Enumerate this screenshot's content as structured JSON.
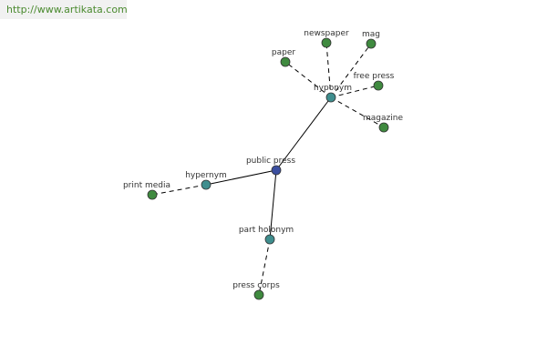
{
  "watermark": "http://www.artikata.com",
  "colors": {
    "center_node": "#3b4fa0",
    "relation_node": "#3f8e8e",
    "leaf_node": "#3f8a3f",
    "edge": "#000000"
  },
  "nodes": [
    {
      "id": "public-press",
      "label": "public press",
      "kind": "center"
    },
    {
      "id": "hyponym",
      "label": "hyponym",
      "kind": "relation"
    },
    {
      "id": "hypernym",
      "label": "hypernym",
      "kind": "relation"
    },
    {
      "id": "part-holonym",
      "label": "part holonym",
      "kind": "relation"
    },
    {
      "id": "newspaper",
      "label": "newspaper",
      "kind": "leaf"
    },
    {
      "id": "mag",
      "label": "mag",
      "kind": "leaf"
    },
    {
      "id": "paper",
      "label": "paper",
      "kind": "leaf"
    },
    {
      "id": "free-press",
      "label": "free press",
      "kind": "leaf"
    },
    {
      "id": "magazine",
      "label": "magazine",
      "kind": "leaf"
    },
    {
      "id": "print-media",
      "label": "print media",
      "kind": "leaf"
    },
    {
      "id": "press-corps",
      "label": "press corps",
      "kind": "leaf"
    }
  ],
  "edges": [
    {
      "from": "public-press",
      "to": "hyponym",
      "style": "solid"
    },
    {
      "from": "public-press",
      "to": "hypernym",
      "style": "solid"
    },
    {
      "from": "public-press",
      "to": "part-holonym",
      "style": "solid"
    },
    {
      "from": "hyponym",
      "to": "newspaper",
      "style": "dashed"
    },
    {
      "from": "hyponym",
      "to": "mag",
      "style": "dashed"
    },
    {
      "from": "hyponym",
      "to": "paper",
      "style": "dashed"
    },
    {
      "from": "hyponym",
      "to": "free-press",
      "style": "dashed"
    },
    {
      "from": "hyponym",
      "to": "magazine",
      "style": "dashed"
    },
    {
      "from": "hypernym",
      "to": "print-media",
      "style": "dashed"
    },
    {
      "from": "part-holonym",
      "to": "press-corps",
      "style": "dashed"
    }
  ]
}
